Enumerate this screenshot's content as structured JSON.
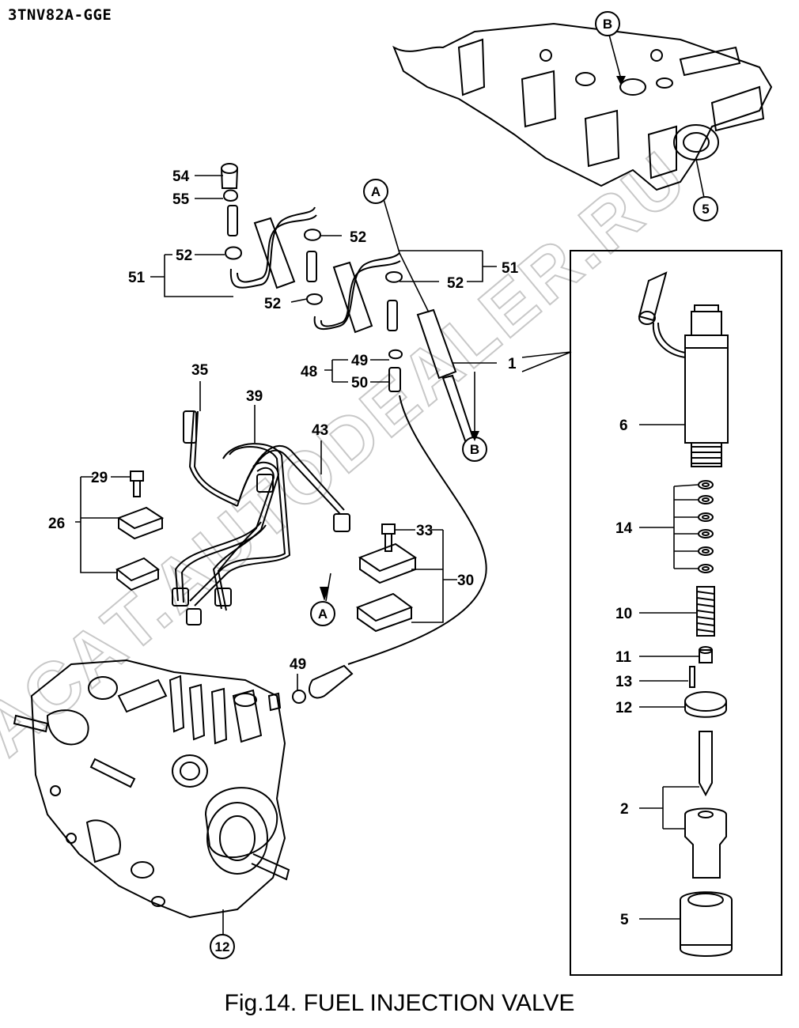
{
  "header": {
    "model_code": "3TNV82A-GGE"
  },
  "caption": {
    "text": "Fig.14.  FUEL INJECTION VALVE"
  },
  "watermark": {
    "text": "АСАТ.AUTODEALER.RU"
  },
  "reference_markers": {
    "a_top": "A",
    "a_bottom": "A",
    "b_top": "B",
    "b_bottom": "B",
    "r5": "5",
    "r12": "12"
  },
  "callouts": {
    "c54": "54",
    "c55": "55",
    "c52a": "52",
    "c52b": "52",
    "c52c": "52",
    "c52d": "52",
    "c51a": "51",
    "c51b": "51",
    "c1": "1",
    "c49a": "49",
    "c48": "48",
    "c50": "50",
    "c35": "35",
    "c39": "39",
    "c43": "43",
    "c29": "29",
    "c26": "26",
    "c33": "33",
    "c30": "30",
    "c49b": "49",
    "c6": "6",
    "c14": "14",
    "c10": "10",
    "c11": "11",
    "c13": "13",
    "c12": "12",
    "c2": "2",
    "c5": "5"
  }
}
